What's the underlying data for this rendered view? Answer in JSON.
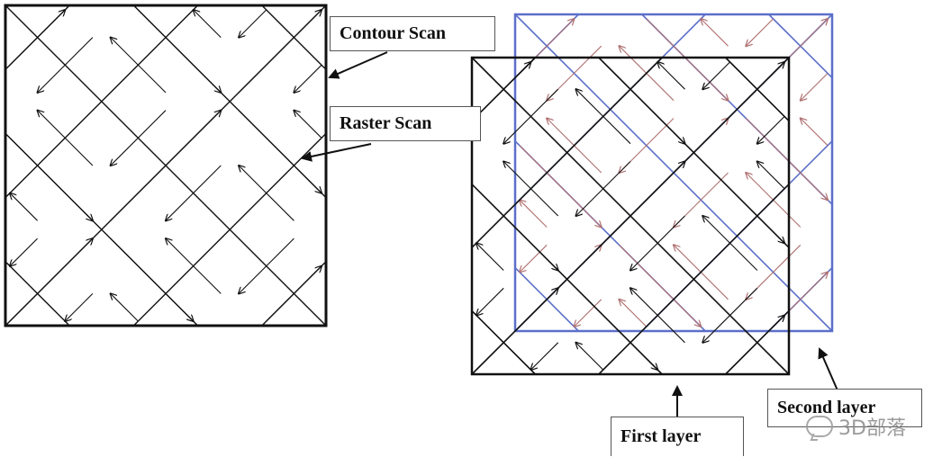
{
  "labels": {
    "contour": "Contour Scan",
    "raster": "Raster Scan",
    "first_layer": "First layer",
    "second_layer": "Second layer"
  },
  "watermark": "3D部落",
  "colors": {
    "outline": "#111111",
    "first_layer": "#111111",
    "second_layer_outline": "#5b6fc9",
    "second_layer_arrows": "#b07070"
  }
}
